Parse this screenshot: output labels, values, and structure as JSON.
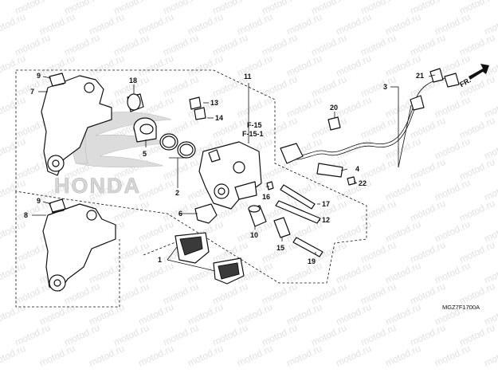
{
  "watermark": "motod.ru",
  "diagram_code": "MGZ7F1700A",
  "brand_logo_text": "HONDA",
  "direction_label": "FR.",
  "references": [
    "F-15",
    "F-15-1"
  ],
  "callouts": [
    {
      "id": "c1",
      "label": "1"
    },
    {
      "id": "c2",
      "label": "2"
    },
    {
      "id": "c3",
      "label": "3"
    },
    {
      "id": "c4",
      "label": "4"
    },
    {
      "id": "c5",
      "label": "5"
    },
    {
      "id": "c6",
      "label": "6"
    },
    {
      "id": "c7",
      "label": "7"
    },
    {
      "id": "c8",
      "label": "8"
    },
    {
      "id": "c9a",
      "label": "9"
    },
    {
      "id": "c9b",
      "label": "9"
    },
    {
      "id": "c10",
      "label": "10"
    },
    {
      "id": "c11",
      "label": "11"
    },
    {
      "id": "c12",
      "label": "12"
    },
    {
      "id": "c13",
      "label": "13"
    },
    {
      "id": "c14",
      "label": "14"
    },
    {
      "id": "c15",
      "label": "15"
    },
    {
      "id": "c16",
      "label": "16"
    },
    {
      "id": "c17",
      "label": "17"
    },
    {
      "id": "c18",
      "label": "18"
    },
    {
      "id": "c19",
      "label": "19"
    },
    {
      "id": "c20",
      "label": "20"
    },
    {
      "id": "c21",
      "label": "21"
    },
    {
      "id": "c22",
      "label": "22"
    }
  ]
}
